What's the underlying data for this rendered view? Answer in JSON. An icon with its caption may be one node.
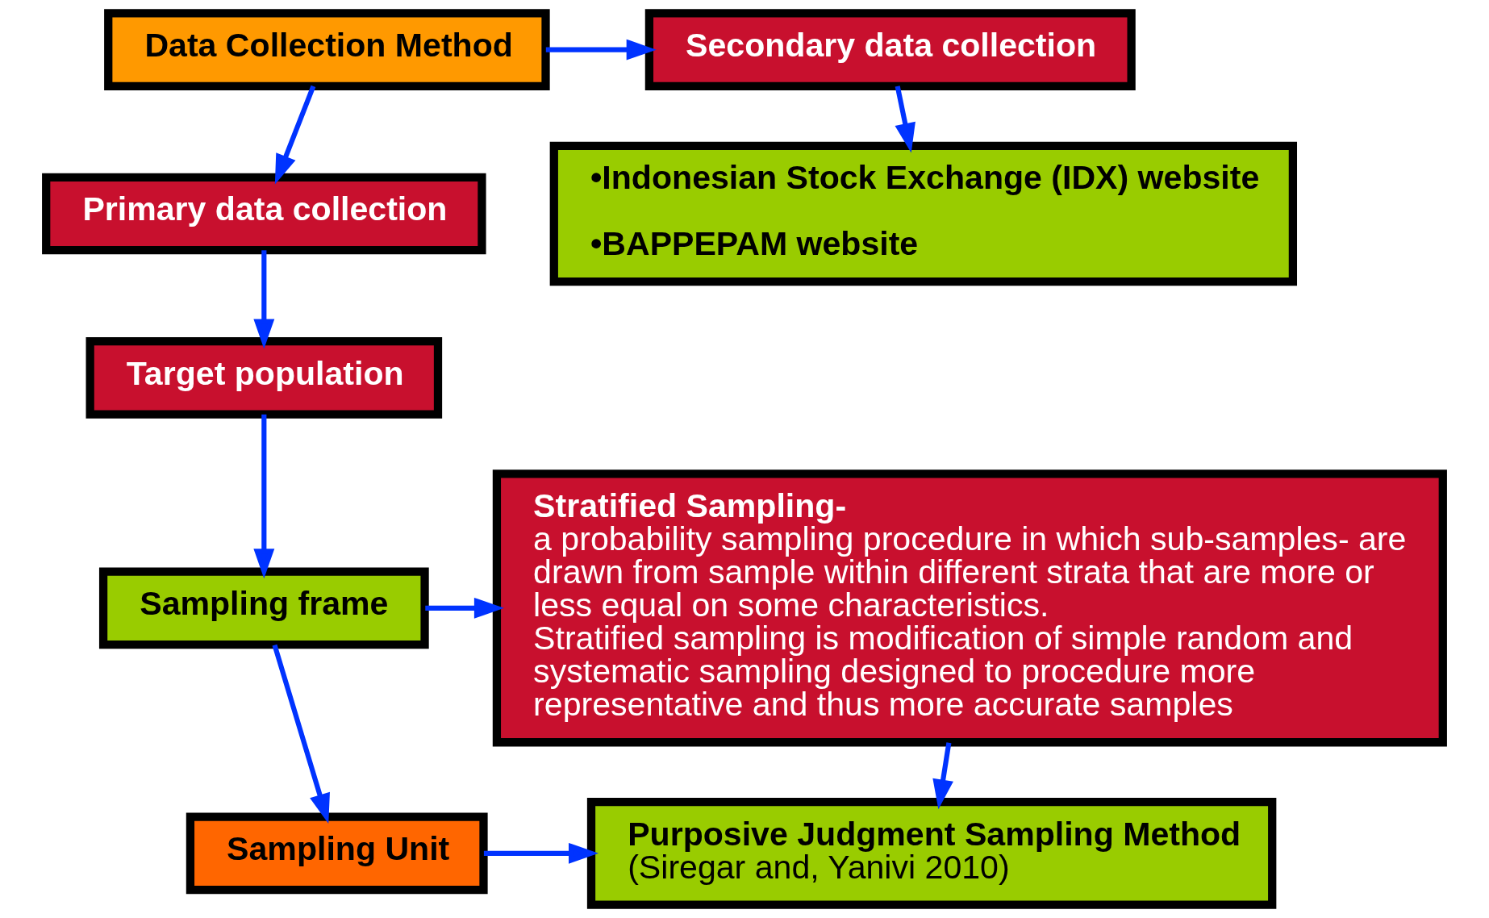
{
  "diagram": {
    "nodes": [
      {
        "text": [
          "Secondary data collection"
        ]
      },
      {
        "text": [
          "Data Collection Method"
        ]
      },
      {
        "text": [
          "•Indonesian Stock Exchange (IDX) website",
          "•BAPPEPAM website"
        ]
      },
      {
        "text": [
          "Primary data collection"
        ]
      },
      {
        "text": [
          "Stratified Sampling-",
          "a probability sampling procedure in which sub-samples- are drawn from sample within different strata that are more or less equal on some characteristics.",
          "Stratified sampling is modification of simple random and systematic sampling designed to procedure more representative and thus more accurate samples"
        ]
      },
      {
        "text": [
          "Target population"
        ]
      },
      {
        "text": [
          "Sampling frame"
        ]
      },
      {
        "text": [
          "Sampling Unit"
        ]
      },
      {
        "text": [
          "Purposive Judgment Sampling Method",
          "(Siregar and, Yanivi 2010)"
        ]
      }
    ],
    "edges": [
      {
        "from": 1,
        "to": 0,
        "arrow": "to"
      },
      {
        "from": 0,
        "to": 2,
        "arrow": "to"
      },
      {
        "from": 1,
        "to": 3,
        "arrow": "to"
      },
      {
        "from": 3,
        "to": 5,
        "arrow": "to"
      },
      {
        "from": 5,
        "to": 6,
        "arrow": "to"
      },
      {
        "from": 6,
        "to": 7,
        "arrow": "to"
      },
      {
        "from": 6,
        "to": 4,
        "arrow": "to"
      },
      {
        "from": 7,
        "to": 8,
        "arrow": "to"
      },
      {
        "from": 4,
        "to": 8,
        "arrow": "to"
      }
    ]
  }
}
